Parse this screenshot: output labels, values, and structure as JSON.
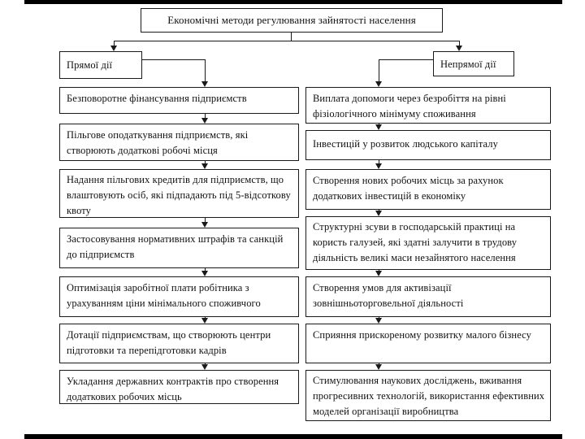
{
  "diagram": {
    "title": "Економічні методи регулювання зайнятості населення",
    "branches": [
      {
        "label": "Прямої дії",
        "items": [
          "Безповоротне фінансування підприємств",
          "Пільгове оподаткування підприємств, які створюють додаткові робочі місця",
          "Надання пільгових кредитів для підприємств, що влаштовують осіб, які підпадають під 5-відсоткову квоту",
          "Застосовування нормативних штрафів та санкцій до підприємств",
          "Оптимізація заробітної плати робітника з урахуванням ціни мінімального споживчого",
          "Дотації підприємствам, що створюють центри підготовки та перепідготовки кадрів",
          "Укладання державних контрактів про створення додаткових робочих місць"
        ]
      },
      {
        "label": "Непрямої дії",
        "items": [
          "Виплата допомоги через безробіття на рівні фізіологічного мінімуму споживання",
          "Інвестицій у розвиток людського капіталу",
          "Створення нових робочих місць за рахунок додаткових інвестицій в економіку",
          "Структурні зсуви в господарській практиці на користь галузей, які здатні залучити в трудову діяльність великі маси незайнятого населення",
          "Створення умов для активізації зовнішньоторговельної діяльності",
          "Сприяння прискореному розвитку малого бізнесу",
          "Стимулювання наукових досліджень, вживання прогресивних технологій, використання ефективних моделей організації виробництва"
        ]
      }
    ]
  }
}
